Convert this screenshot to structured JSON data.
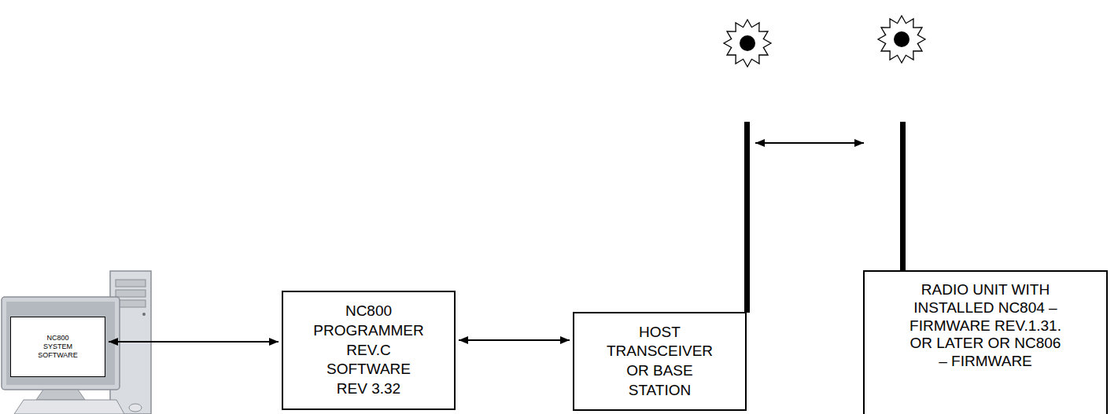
{
  "diagram": {
    "nodes": [
      {
        "text": [
          "NC800 SYSTEM SOFTWARE"
        ]
      },
      {
        "text": [
          "NC800 PROGRAMMER REV.C SOFTWARE REV 3.32"
        ]
      },
      {
        "text": [
          "HOST TRANSCEIVER OR BASE STATION"
        ]
      },
      {
        "text": [
          "RADIO UNIT WITH INSTALLED NC804 – FIRMWARE REV.1.31. OR LATER OR NC806 – FIRMWARE"
        ]
      }
    ],
    "edges": [
      {
        "from": 0,
        "to": 1,
        "arrow": "both"
      },
      {
        "from": 1,
        "to": 2,
        "arrow": "both"
      }
    ]
  }
}
